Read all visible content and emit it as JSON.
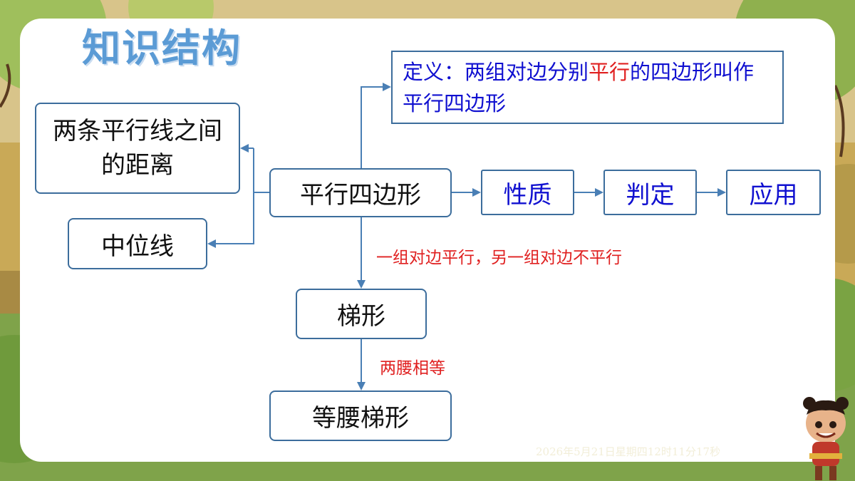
{
  "title": "知识结构",
  "nodes": {
    "distance": "两条平行线之间的距离",
    "midline": "中位线",
    "parallelogram": "平行四边形",
    "property": "性质",
    "criteria": "判定",
    "application": "应用",
    "trapezoid": "梯形",
    "isosceles": "等腰梯形"
  },
  "definition": {
    "prefix": "定义：两组对边分别",
    "highlight": "平行",
    "suffix": "的四边形叫作平行四边形"
  },
  "notes": {
    "trapezoid_condition": "一组对边平行，另一组对边不平行",
    "isosceles_condition": "两腰相等"
  },
  "timestamp": "2026年5月21日星期四12时11分17秒",
  "colors": {
    "title": "#5b9bd5",
    "connector": "#4a7fb5",
    "node_border": "#3c6d9c",
    "blue_text": "#1010d0",
    "red_text": "#e02020"
  }
}
